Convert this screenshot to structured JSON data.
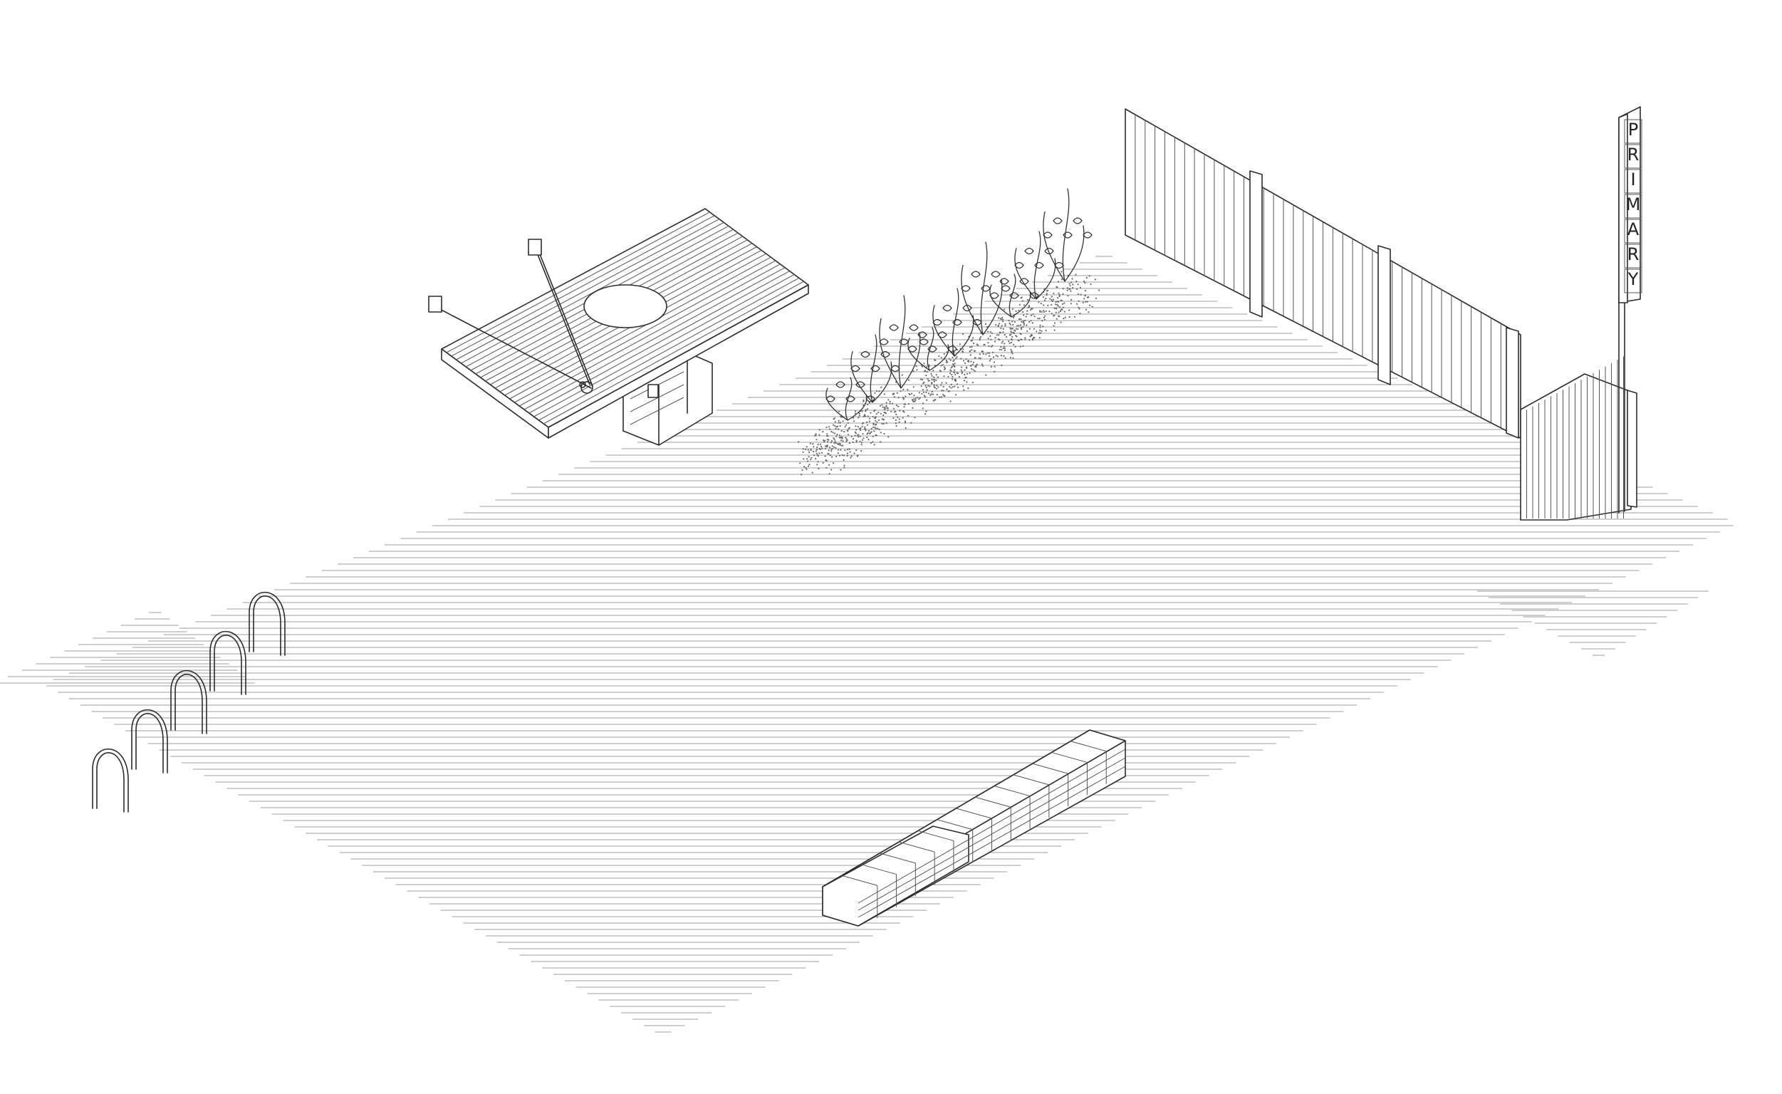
{
  "sign": {
    "letters": [
      "P",
      "R",
      "I",
      "M",
      "A",
      "R",
      "Y"
    ]
  },
  "colors": {
    "line": "#2b2b2b",
    "hatch": "#bdbdbd",
    "background": "#ffffff"
  }
}
